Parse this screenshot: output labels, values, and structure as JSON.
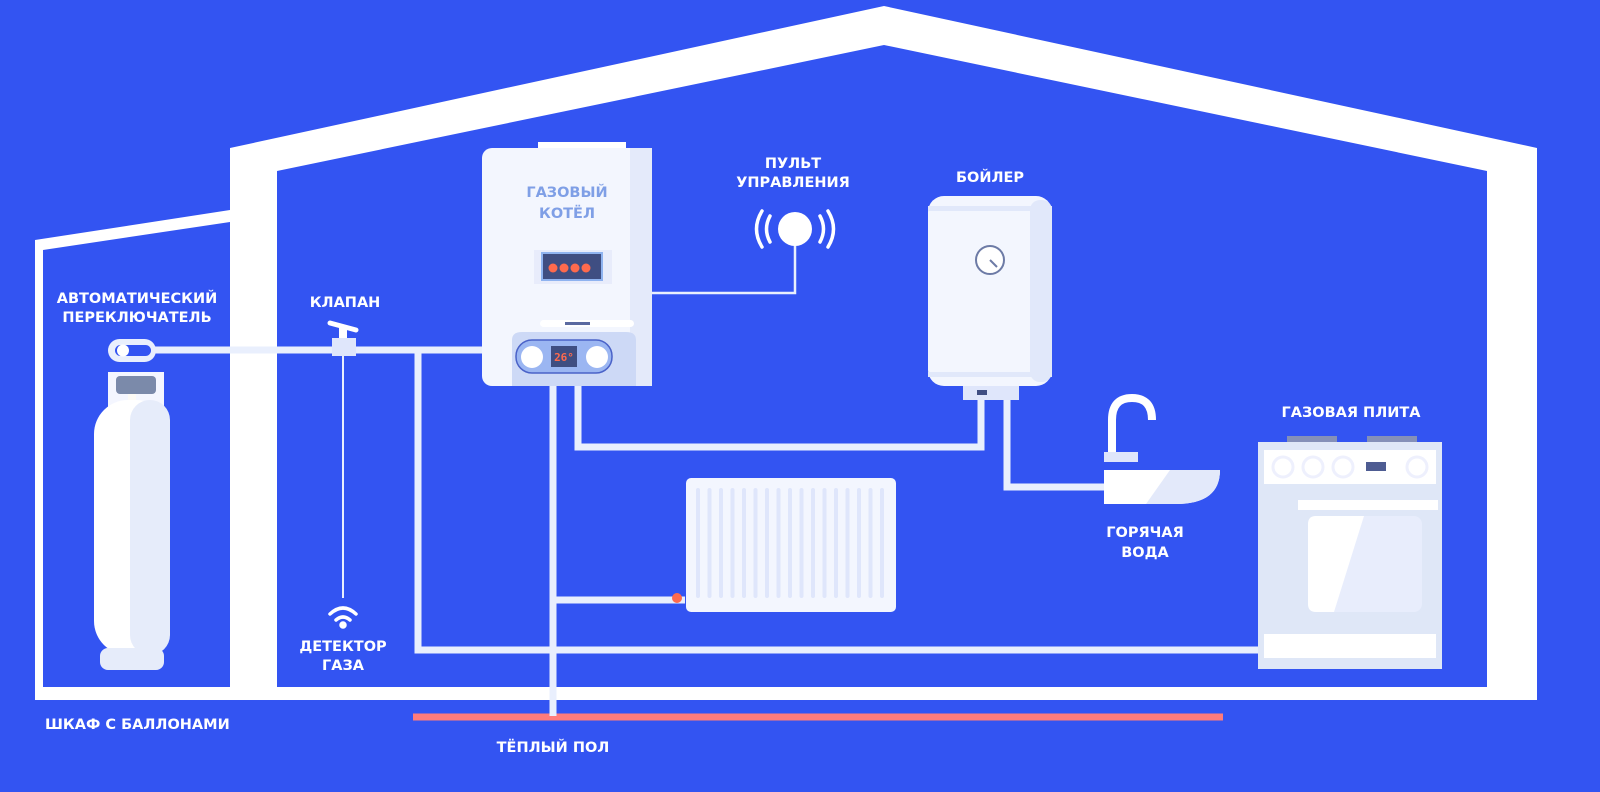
{
  "colors": {
    "background": "#3354f2",
    "walls": "#ffffff",
    "pipes": "#e9effd",
    "floor_heating": "#ff7b7b",
    "boiler_title": "#7f9fe6",
    "flame": "#ff6a4d"
  },
  "labels": {
    "auto_switch": [
      "АВТОМАТИЧЕСКИЙ",
      "ПЕРЕКЛЮЧАТЕЛЬ"
    ],
    "valve": "КЛАПАН",
    "boiler": [
      "ГАЗОВЫЙ",
      "КОТЁЛ"
    ],
    "remote": [
      "ПУЛЬТ",
      "УПРАВЛЕНИЯ"
    ],
    "water_heater": "БОЙЛЕР",
    "stove": "ГАЗОВАЯ ПЛИТА",
    "hot_water": [
      "ГОРЯЧАЯ",
      "ВОДА"
    ],
    "gas_detector": [
      "ДЕТЕКТОР",
      "ГАЗА"
    ],
    "cylinder_cabinet": "ШКАФ С БАЛЛОНАМИ",
    "floor_heating": "ТЁПЛЫЙ ПОЛ"
  },
  "boiler_display": "26°",
  "icons": [
    "gas-cylinder-icon",
    "auto-switch-icon",
    "valve-icon",
    "gas-detector-wifi-icon",
    "gas-boiler-icon",
    "remote-control-icon",
    "water-heater-icon",
    "faucet-sink-icon",
    "radiator-icon",
    "gas-stove-icon"
  ]
}
